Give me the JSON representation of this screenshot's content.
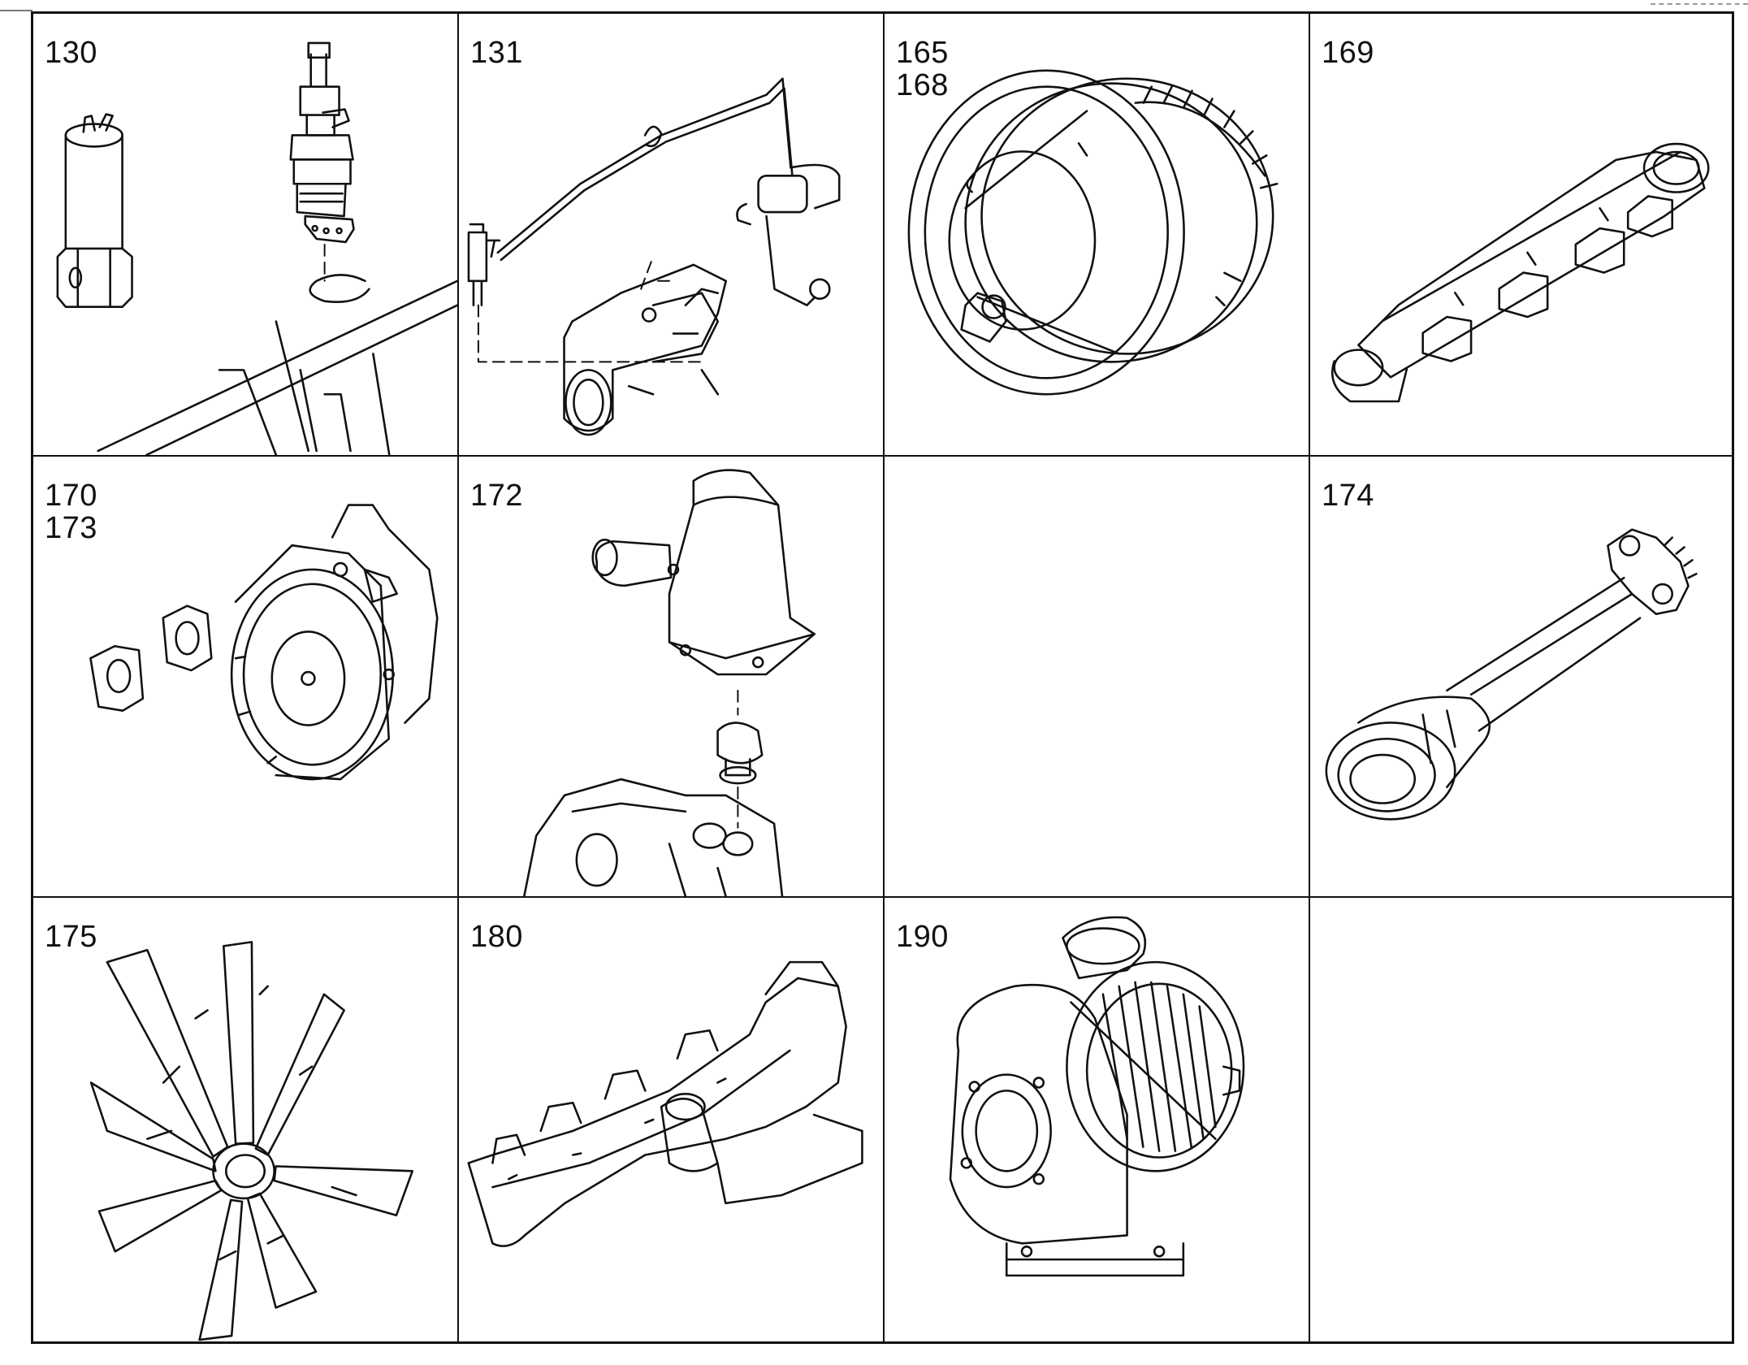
{
  "cells": [
    {
      "label": "130"
    },
    {
      "label": "131"
    },
    {
      "label": "165\n168"
    },
    {
      "label": "169"
    },
    {
      "label": "170\n173"
    },
    {
      "label": "172"
    },
    {
      "label": ""
    },
    {
      "label": "174"
    },
    {
      "label": "175"
    },
    {
      "label": "180"
    },
    {
      "label": "190"
    },
    {
      "label": ""
    }
  ],
  "icons": {
    "130": "injector-and-filter-icon",
    "131": "fuel-line-icon",
    "165": "pulley-damper-icon",
    "169": "intake-manifold-icon",
    "170": "flywheel-housing-icon",
    "172": "thermostat-housing-icon",
    "174": "drive-shaft-icon",
    "175": "fan-blade-icon",
    "180": "exhaust-manifold-icon",
    "190": "turbocharger-icon"
  }
}
